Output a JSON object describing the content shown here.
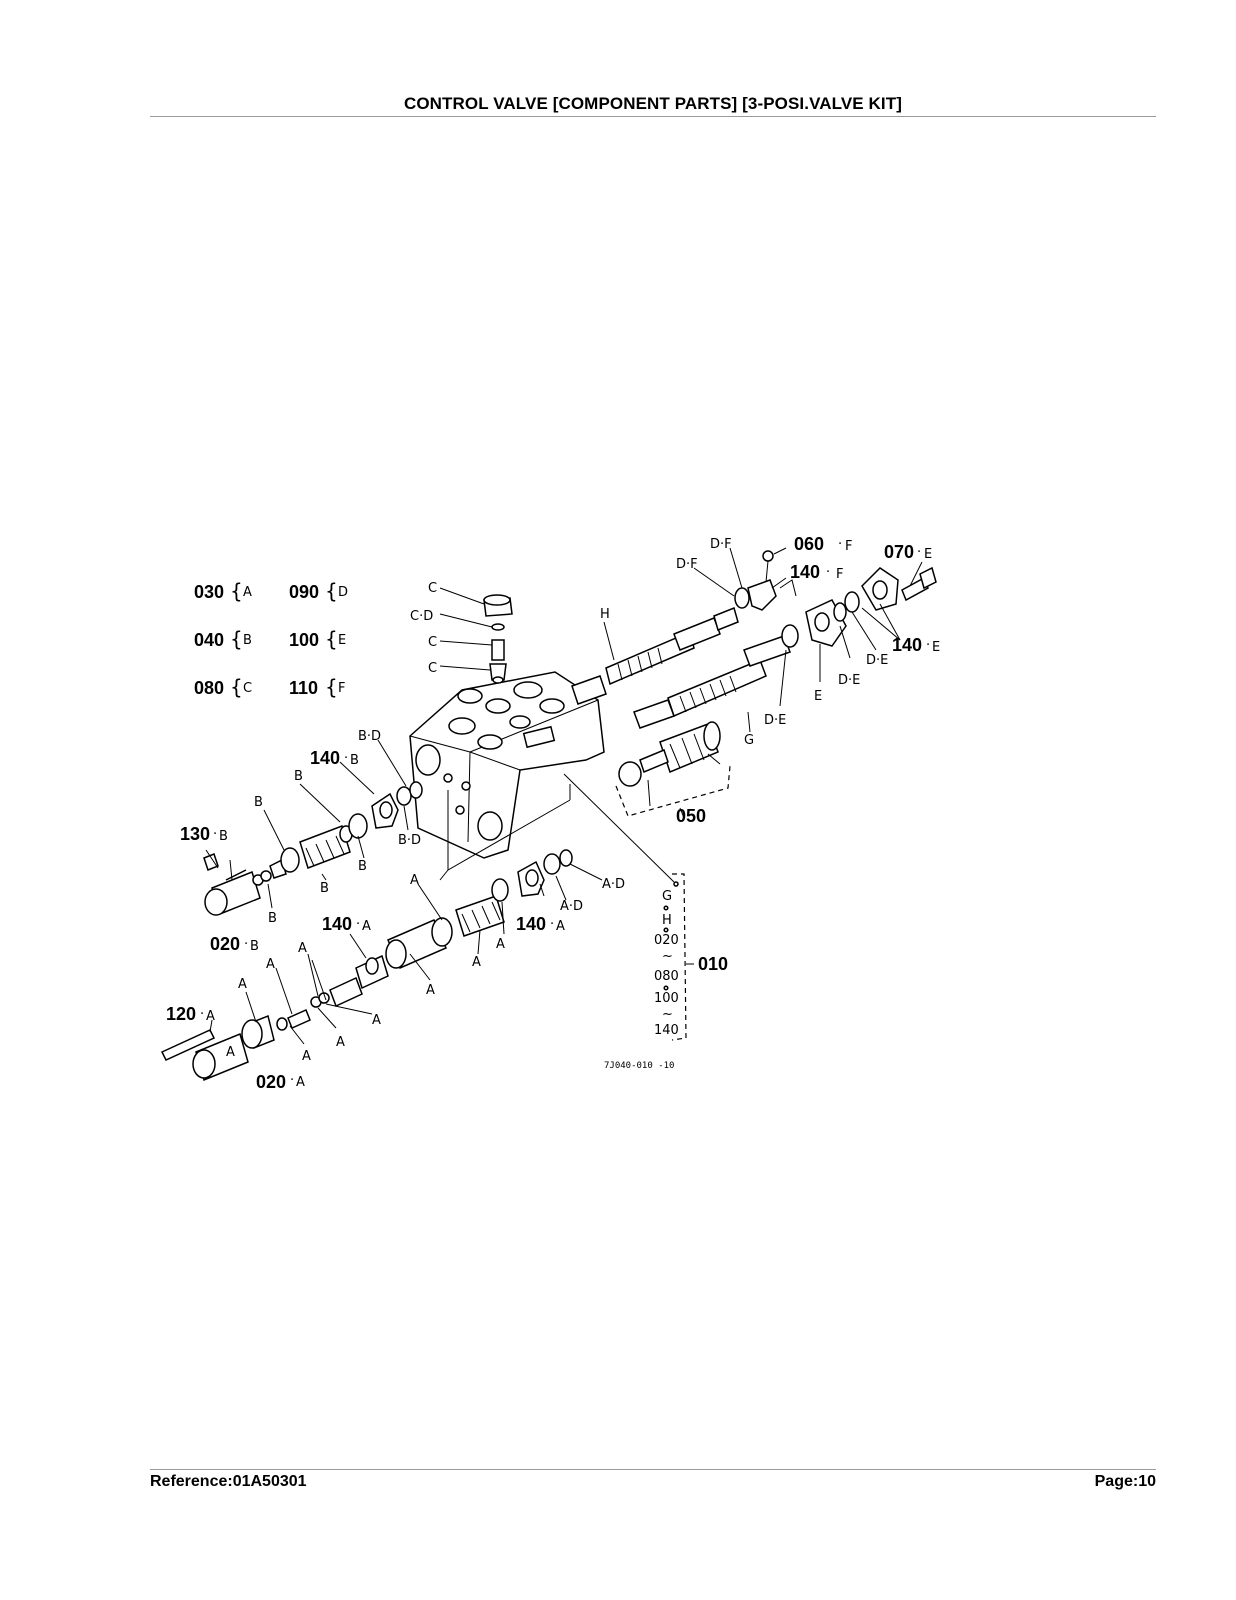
{
  "header": {
    "title": "CONTROL VALVE [COMPONENT PARTS] [3-POSI.VALVE KIT]"
  },
  "footer": {
    "reference": "Reference:01A50301",
    "page": "Page:10"
  },
  "legend": [
    {
      "code": "030",
      "letter": "A"
    },
    {
      "code": "040",
      "letter": "B"
    },
    {
      "code": "080",
      "letter": "C"
    },
    {
      "code": "090",
      "letter": "D"
    },
    {
      "code": "100",
      "letter": "E"
    },
    {
      "code": "110",
      "letter": "F"
    }
  ],
  "callouts": {
    "p060": "060",
    "p060_suffix": "F",
    "p070": "070",
    "p070_suffix": "E",
    "p140f": "140",
    "p140f_suffix": "F",
    "p140e": "140",
    "p140e_suffix": "E",
    "p140b": "140",
    "p140b_suffix": "B",
    "p140a1": "140",
    "p140a1_suffix": "A",
    "p140a2": "140",
    "p140a2_suffix": "A",
    "p130": "130",
    "p130_suffix": "B",
    "p120": "120",
    "p120_suffix": "A",
    "p020b": "020",
    "p020b_suffix": "B",
    "p020a": "020",
    "p020a_suffix": "A",
    "p050": "050",
    "p010": "010"
  },
  "letters": {
    "DF1": "D·F",
    "DF2": "D·F",
    "H": "H",
    "C1": "C",
    "CD": "C·D",
    "C2": "C",
    "C3": "C",
    "DE1": "D·E",
    "DE2": "D·E",
    "DE3": "D·E",
    "E": "E",
    "G": "G",
    "BD1": "B·D",
    "BD2": "B·D",
    "B1": "B",
    "B2": "B",
    "B3": "B",
    "B4": "B",
    "B5": "B",
    "AD1": "A·D",
    "AD2": "A·D",
    "A1": "A",
    "A2": "A",
    "A3": "A",
    "A4": "A",
    "A5": "A",
    "A6": "A",
    "A7": "A",
    "A8": "A",
    "A9": "A",
    "A10": "A",
    "A11": "A"
  },
  "kit010_contents": [
    "G",
    "H",
    "020",
    "~",
    "080",
    "100",
    "~",
    "140"
  ],
  "figure_code": "7J040-010 -10"
}
